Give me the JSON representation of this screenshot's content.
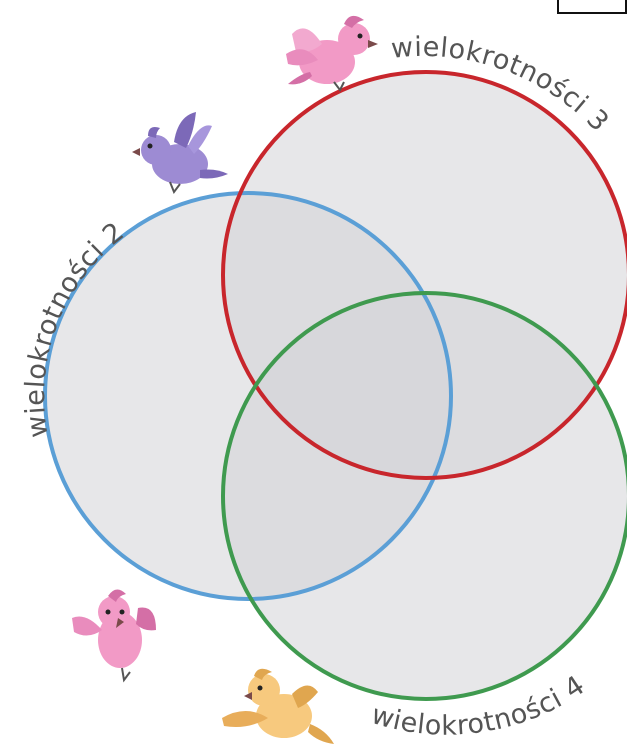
{
  "diagram": {
    "type": "venn",
    "sets": [
      {
        "id": "set-2",
        "label": "wielokrotności 2",
        "color": "#5b9fd6"
      },
      {
        "id": "set-3",
        "label": "wielokrotności 3",
        "color": "#c8262c"
      },
      {
        "id": "set-4",
        "label": "wielokrotności 4",
        "color": "#3f9a4f"
      }
    ],
    "fill_color": "#d9d9db",
    "decorations": [
      "pink-bird-icon",
      "purple-bird-icon",
      "pink-bird-icon",
      "orange-bird-icon"
    ]
  }
}
